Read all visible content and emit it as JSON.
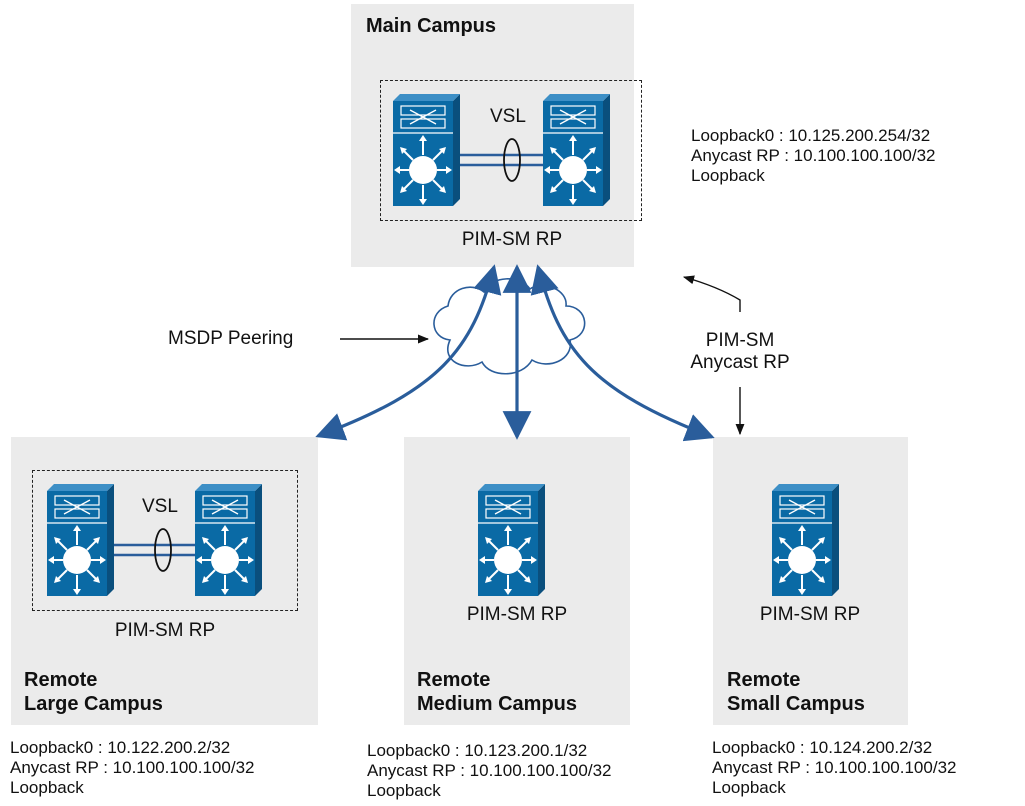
{
  "main": {
    "title": "Main Campus",
    "vsl": "VSL",
    "rp_label": "PIM-SM RP",
    "info": "Loopback0  : 10.125.200.254/32\nAnycast RP : 10.100.100.100/32\nLoopback"
  },
  "msdp_label": "MSDP Peering",
  "anycast_label": "PIM-SM\nAnycast RP",
  "remotes": [
    {
      "title": "Remote\nLarge Campus",
      "vsl": "VSL",
      "rp_label": "PIM-SM RP",
      "info": "Loopback0  : 10.122.200.2/32\nAnycast RP : 10.100.100.100/32\nLoopback"
    },
    {
      "title": "Remote\nMedium Campus",
      "rp_label": "PIM-SM RP",
      "info": "Loopback0  : 10.123.200.1/32\nAnycast RP : 10.100.100.100/32\nLoopback"
    },
    {
      "title": "Remote\nSmall Campus",
      "rp_label": "PIM-SM RP",
      "info": "Loopback0  : 10.124.200.2/32\nAnycast RP : 10.100.100.100/32\nLoopback"
    }
  ],
  "colors": {
    "switch": "#0a6aa5",
    "link": "#2a5d9b",
    "zone_bg": "#ebebeb"
  },
  "icons": [
    "layer3-switch-icon",
    "cloud-icon",
    "vsl-bundle-icon"
  ]
}
